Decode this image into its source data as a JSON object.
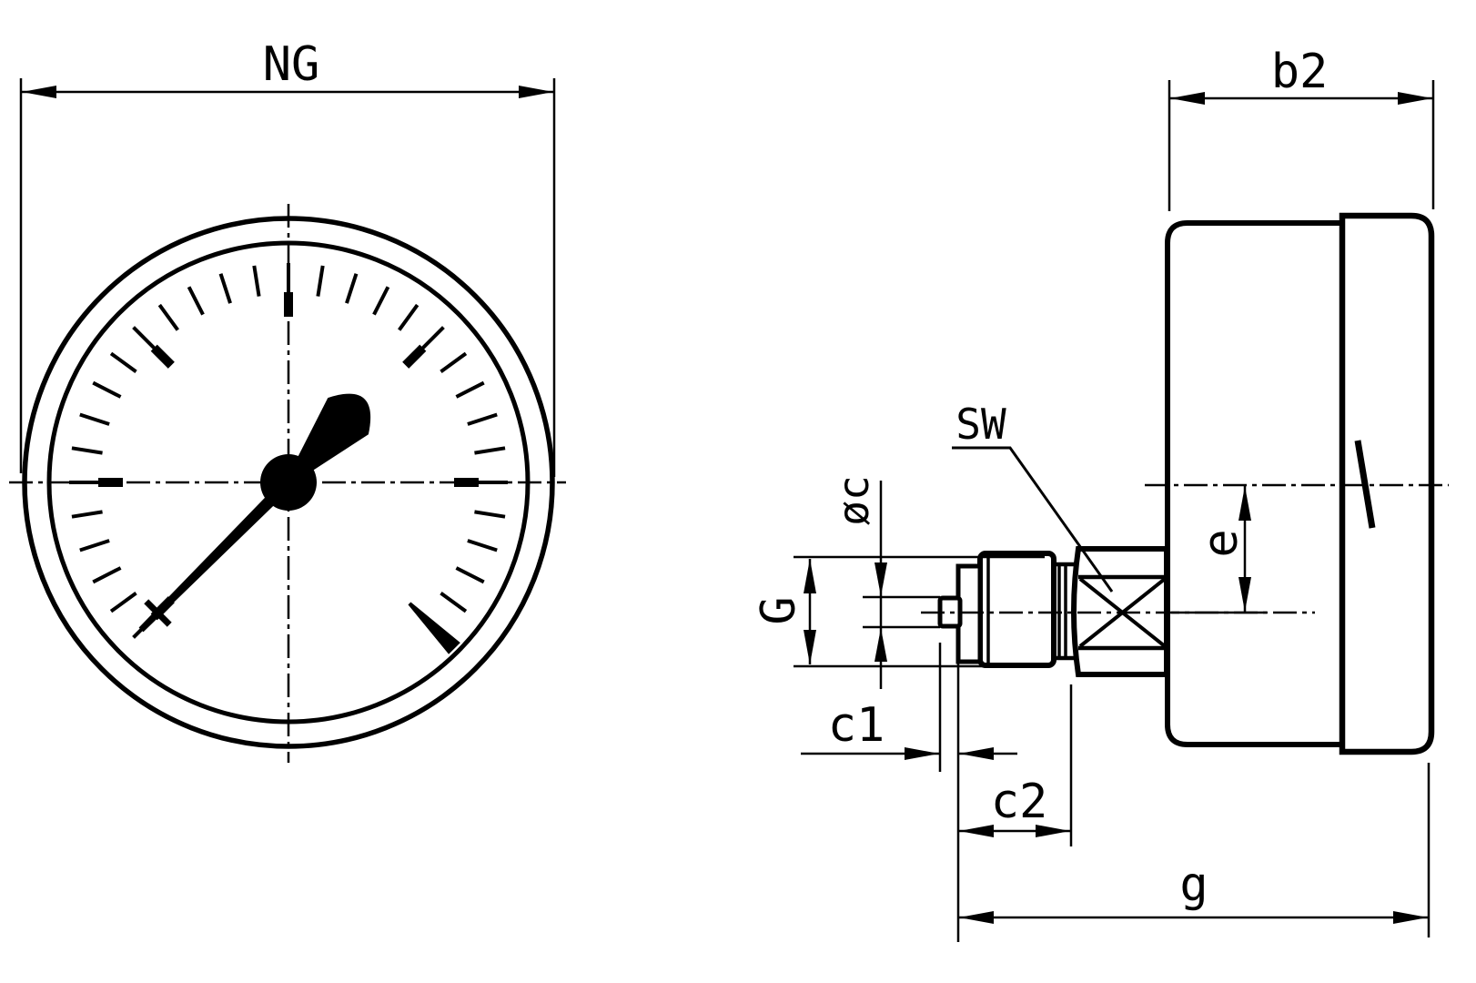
{
  "labels": {
    "ng": "NG",
    "b2": "b2",
    "sw": "SW",
    "phi_c": "øc",
    "thread_g": "G",
    "e": "e",
    "c1": "c1",
    "c2": "c2",
    "g": "g"
  },
  "colors": {
    "ink": "#000000",
    "paper": "#ffffff"
  }
}
